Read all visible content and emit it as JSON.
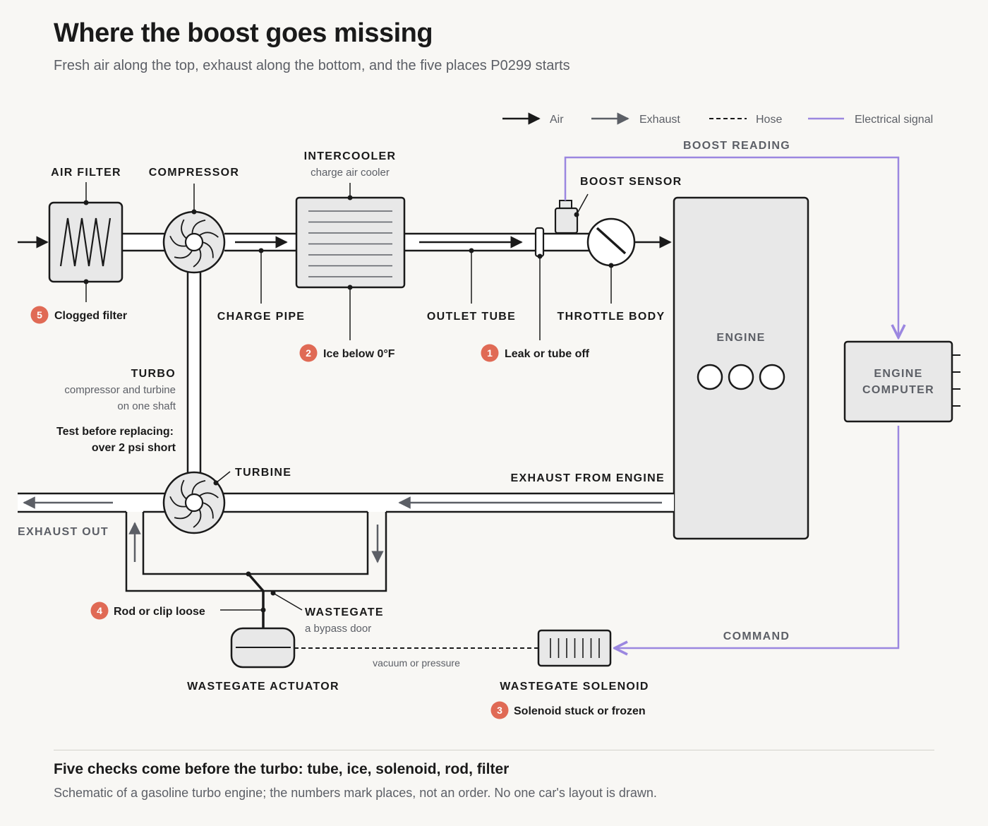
{
  "header": {
    "title": "Where the boost goes missing",
    "subtitle": "Fresh air along the top, exhaust along the bottom, and the five places P0299 starts"
  },
  "legend": {
    "air": "Air",
    "exhaust": "Exhaust",
    "hose": "Hose",
    "signal": "Electrical signal"
  },
  "components": {
    "air_filter": "AIR FILTER",
    "compressor": "COMPRESSOR",
    "intercooler": "INTERCOOLER",
    "intercooler_sub": "charge air cooler",
    "boost_sensor": "BOOST SENSOR",
    "boost_reading": "BOOST READING",
    "charge_pipe": "CHARGE PIPE",
    "outlet_tube": "OUTLET TUBE",
    "throttle_body": "THROTTLE BODY",
    "engine": "ENGINE",
    "engine_computer_1": "ENGINE",
    "engine_computer_2": "COMPUTER",
    "turbo": "TURBO",
    "turbo_sub_1": "compressor and turbine",
    "turbo_sub_2": "on one shaft",
    "turbo_test_1": "Test before replacing:",
    "turbo_test_2": "over 2 psi short",
    "turbine": "TURBINE",
    "exhaust_from_engine": "EXHAUST FROM ENGINE",
    "exhaust_out": "EXHAUST OUT",
    "wastegate": "WASTEGATE",
    "wastegate_sub": "a bypass door",
    "wastegate_actuator": "WASTEGATE ACTUATOR",
    "wastegate_solenoid": "WASTEGATE SOLENOID",
    "hose_note": "vacuum or pressure",
    "command": "COMMAND"
  },
  "faults": [
    {
      "number": "1",
      "label": "Leak or tube off"
    },
    {
      "number": "2",
      "label": "Ice below 0°F"
    },
    {
      "number": "3",
      "label": "Solenoid stuck or frozen"
    },
    {
      "number": "4",
      "label": "Rod or clip loose"
    },
    {
      "number": "5",
      "label": "Clogged filter"
    }
  ],
  "colors": {
    "ink": "#1a1a1a",
    "exhaust": "#5c5f66",
    "signal": "#9b87e0",
    "fault_badge": "#e06a55",
    "component_fill": "#e8e8e8",
    "background": "#f8f7f4"
  },
  "footer": {
    "title": "Five checks come before the turbo: tube, ice, solenoid, rod, filter",
    "note": "Schematic of a gasoline turbo engine; the numbers mark places, not an order. No one car's layout is drawn."
  }
}
